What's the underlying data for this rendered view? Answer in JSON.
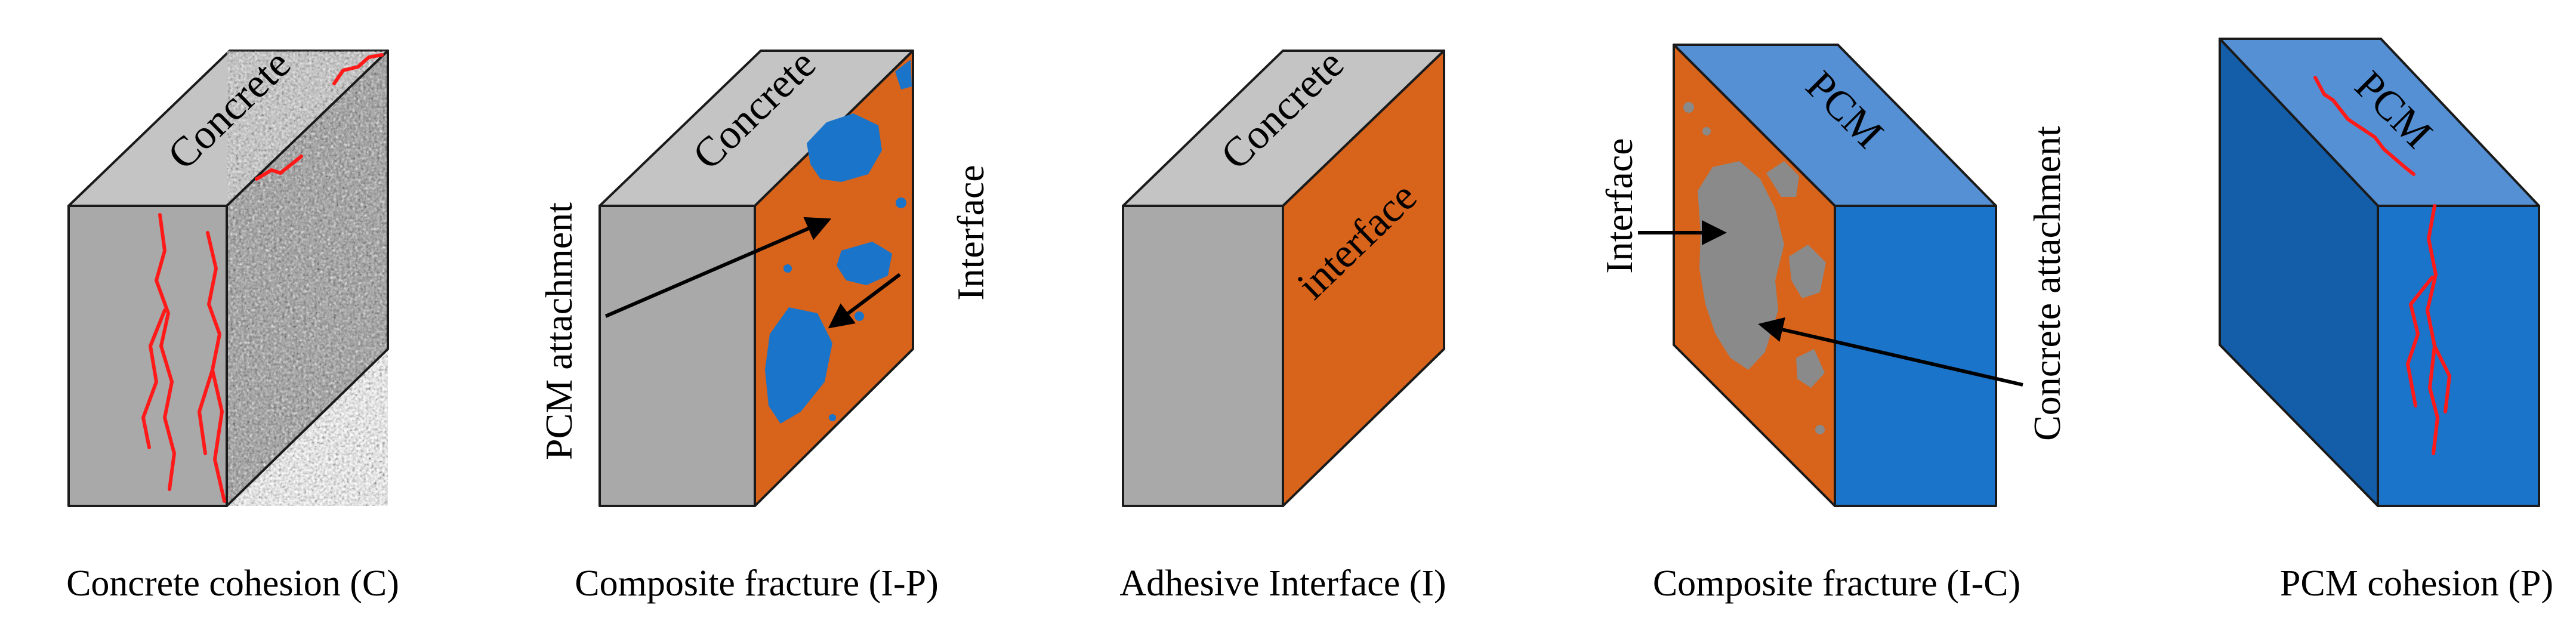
{
  "colors": {
    "concrete_top": "#c4c4c4",
    "concrete_front": "#a9a9a9",
    "interface_orange": "#d8631b",
    "pcm_top": "#5590d4",
    "pcm_front": "#1a74c9",
    "pcm_side": "#145da8",
    "crack_red": "#ff1a1a"
  },
  "panels": [
    {
      "id": "C",
      "caption": "Concrete cohesion (C)",
      "top_label": "Concrete"
    },
    {
      "id": "I-P",
      "caption": "Composite fracture (I-P)",
      "top_label": "Concrete",
      "left_annotation": "PCM attachment",
      "right_annotation": "Interface"
    },
    {
      "id": "I",
      "caption": "Adhesive Interface (I)",
      "top_label": "Concrete",
      "face_label": "interface"
    },
    {
      "id": "I-C",
      "caption": "Composite fracture (I-C)",
      "top_label": "PCM",
      "left_annotation": "Interface",
      "right_annotation": "Concrete attachment"
    },
    {
      "id": "P",
      "caption": "PCM cohesion (P)",
      "top_label": "PCM"
    }
  ]
}
